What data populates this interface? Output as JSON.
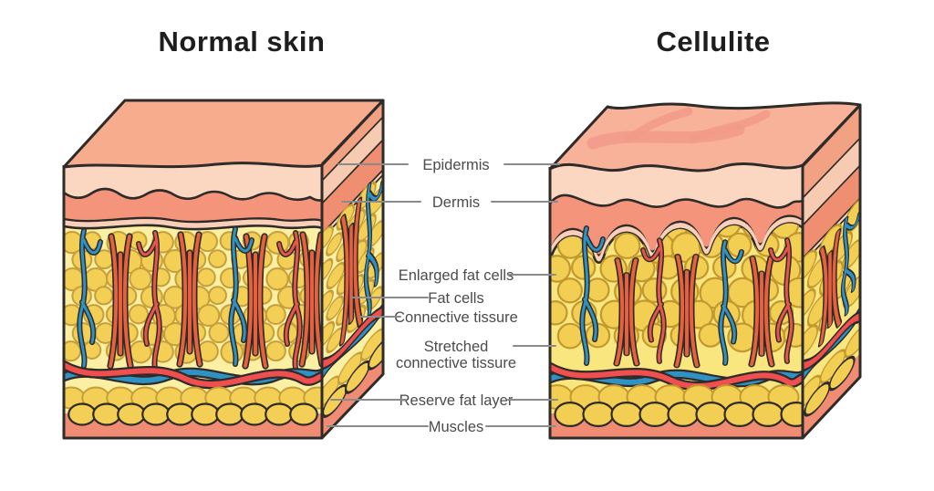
{
  "figure": {
    "type": "medical-diagram",
    "subject": "Skin cross-section comparison: normal skin structure versus cellulite skin structure"
  },
  "titles": {
    "left": "Normal skin",
    "right": "Cellulite"
  },
  "labels": [
    {
      "text": "Epidermis",
      "side": "both"
    },
    {
      "text": "Dermis",
      "side": "both"
    },
    {
      "text": "Enlarged fat cells",
      "side": "right"
    },
    {
      "text": "Fat cells",
      "side": "left"
    },
    {
      "text": "Connective tissure",
      "side": "left"
    },
    {
      "text": "Stretched connective tissure",
      "side": "right"
    },
    {
      "text": "Reserve fat layer",
      "side": "both"
    },
    {
      "text": "Muscles",
      "side": "both"
    }
  ],
  "colors": {
    "background": "#ffffff",
    "outline": "#2e2b29",
    "title_text": "#1e1e1e",
    "label_text": "#4b4b4b",
    "leader_line": "#8b8b8b",
    "skin_top": "#f6ac8d",
    "skin_top_cellulite": "#f8b29a",
    "stretch_mark": "#f29a8b",
    "epidermis": "#fbd7c2",
    "dermis": "#f4947a",
    "pale_line": "#f8cfb8",
    "side_salmon": "#f3a183",
    "side_epidermis": "#f7cbb2",
    "side_dermis": "#ef8e71",
    "fat_bg": "#faefa3",
    "fat_cell": "#f3cf55",
    "fat_cell_stroke": "#c59f3b",
    "fat_bg_cellulite": "#f9e67e",
    "fat_cell_cellulite": "#f2ce52",
    "fat_cell_cellulite_stroke": "#c2992f",
    "connective_tissue": "#e8613f",
    "vessel_blue": "#2e93c4",
    "vessel_red_thin": "#e9554b",
    "vessel_red_horizontal": "#f04f4f",
    "muscle": "#f08b74"
  }
}
